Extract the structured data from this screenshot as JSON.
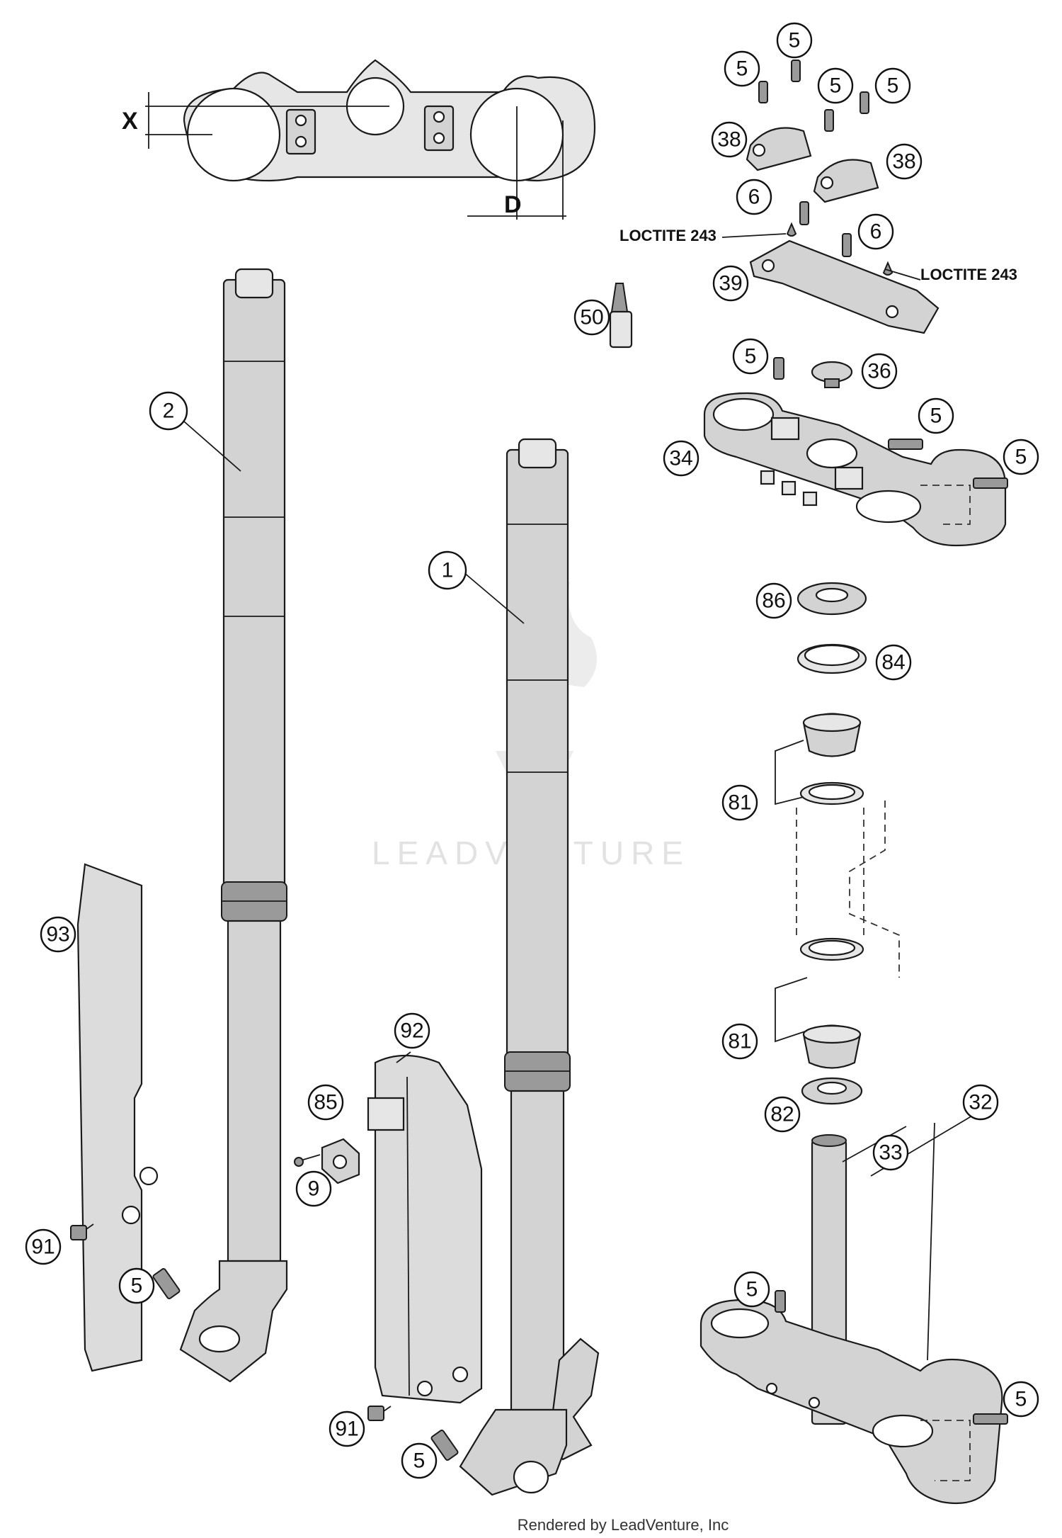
{
  "callouts": {
    "c1": "1",
    "c2": "2",
    "c5_a": "5",
    "c5_b": "5",
    "c5_c": "5",
    "c5_d": "5",
    "c5_e": "5",
    "c5_f": "5",
    "c5_g": "5",
    "c5_h": "5",
    "c5_i": "5",
    "c5_j": "5",
    "c5_k": "5",
    "c6_a": "6",
    "c6_b": "6",
    "c9": "9",
    "c32": "32",
    "c33": "33",
    "c34": "34",
    "c36": "36",
    "c38_a": "38",
    "c38_b": "38",
    "c39": "39",
    "c50": "50",
    "c81_a": "81",
    "c81_b": "81",
    "c82": "82",
    "c84": "84",
    "c85": "85",
    "c86": "86",
    "c91_a": "91",
    "c91_b": "91",
    "c92": "92",
    "c93": "93"
  },
  "notes": {
    "loctite_left": "LOCTITE 243",
    "loctite_right": "LOCTITE 243"
  },
  "dimensions": {
    "x_label": "X",
    "d_label": "D"
  },
  "watermark": "LEADVENTURE",
  "footer": "Rendered by LeadVenture, Inc"
}
